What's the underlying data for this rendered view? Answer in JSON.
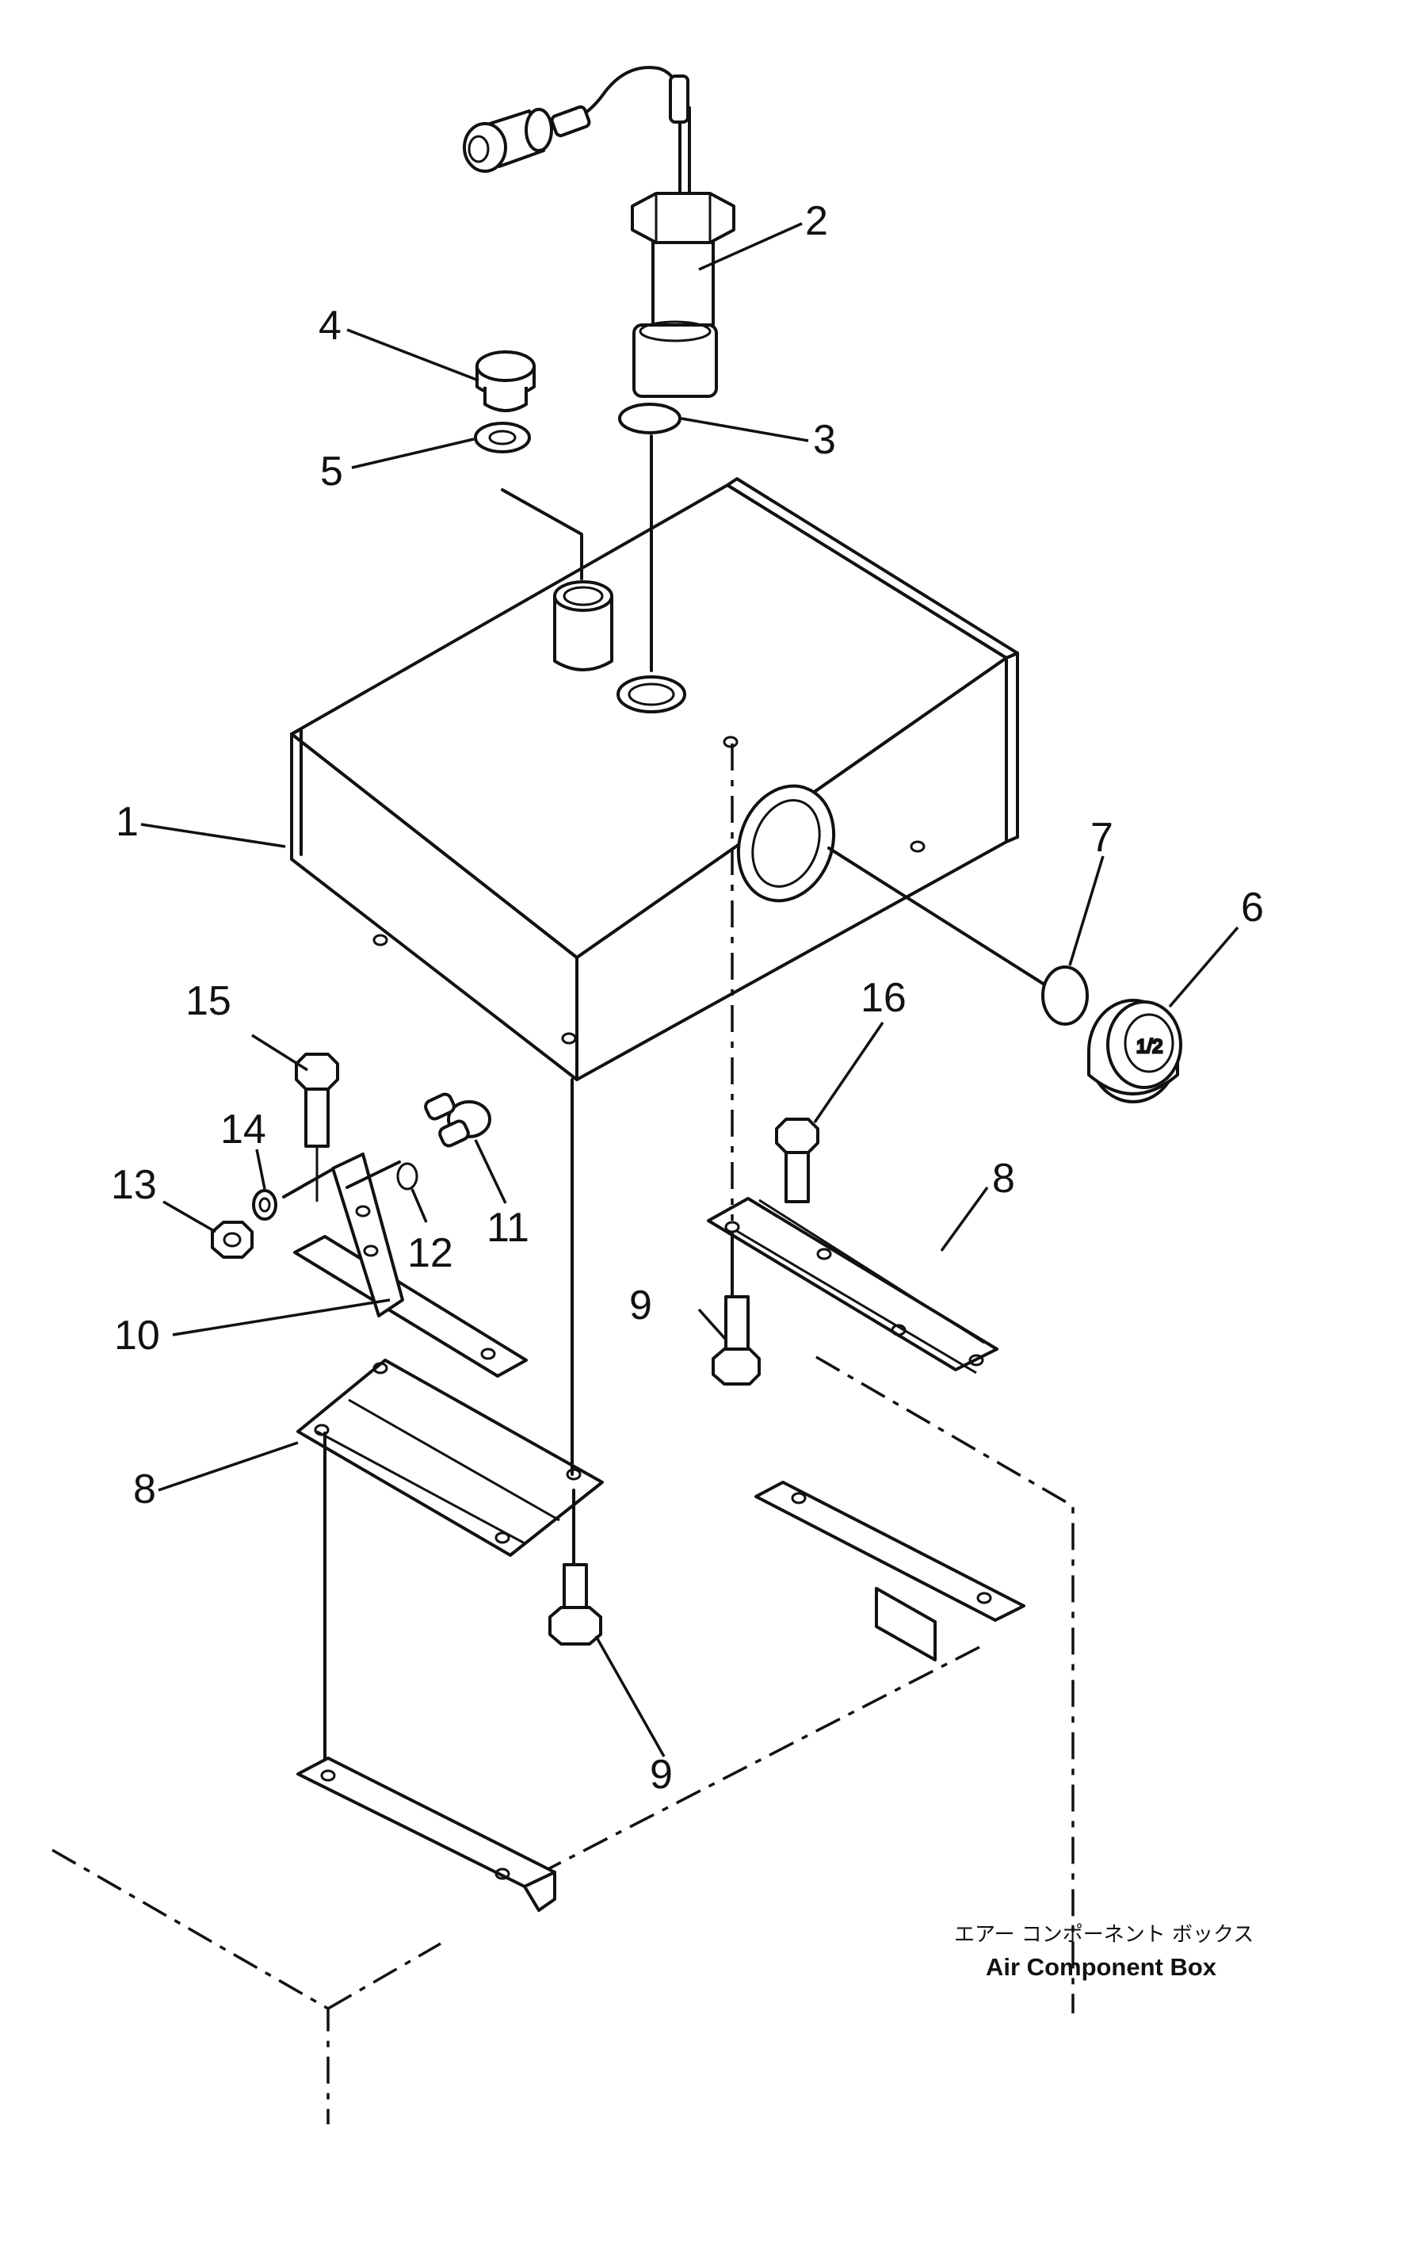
{
  "callouts": {
    "c1": "1",
    "c2": "2",
    "c3": "3",
    "c4": "4",
    "c5": "5",
    "c6": "6",
    "c7": "7",
    "c8a": "8",
    "c8b": "8",
    "c9a": "9",
    "c9b": "9",
    "c10": "10",
    "c11": "11",
    "c12": "12",
    "c13": "13",
    "c14": "14",
    "c15": "15",
    "c16": "16"
  },
  "caption": {
    "japanese": "エアー コンポーネント ボックス",
    "english": "Air Component Box"
  },
  "gauge_mark": "1/2"
}
